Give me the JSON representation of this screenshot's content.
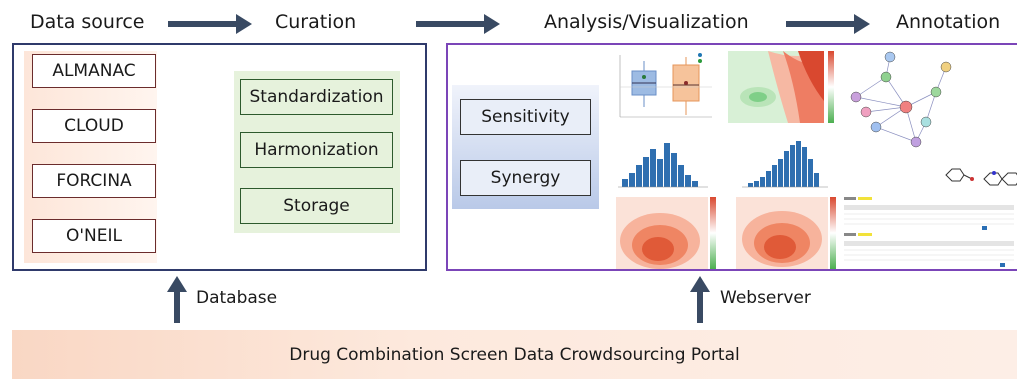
{
  "stages": {
    "data_source": "Data source",
    "curation": "Curation",
    "analysis": "Analysis/Visualization",
    "annotation": "Annotation"
  },
  "sources": [
    "ALMANAC",
    "CLOUD",
    "FORCINA",
    "O'NEIL"
  ],
  "curation_steps": [
    "Standardization",
    "Harmonization",
    "Storage"
  ],
  "analysis_types": [
    "Sensitivity",
    "Synergy"
  ],
  "links": {
    "database": "Database",
    "webserver": "Webserver"
  },
  "portal": "Drug Combination Screen Data Crowdsourcing Portal",
  "colors": {
    "arrow": "#394a63",
    "left_border": "#2f3a6b",
    "right_border": "#7b45b8"
  },
  "thumbnails": [
    "boxplot",
    "contour-map",
    "network-graph",
    "histogram",
    "histogram",
    "molecule-structures",
    "contour-map",
    "contour-map",
    "data-table"
  ]
}
